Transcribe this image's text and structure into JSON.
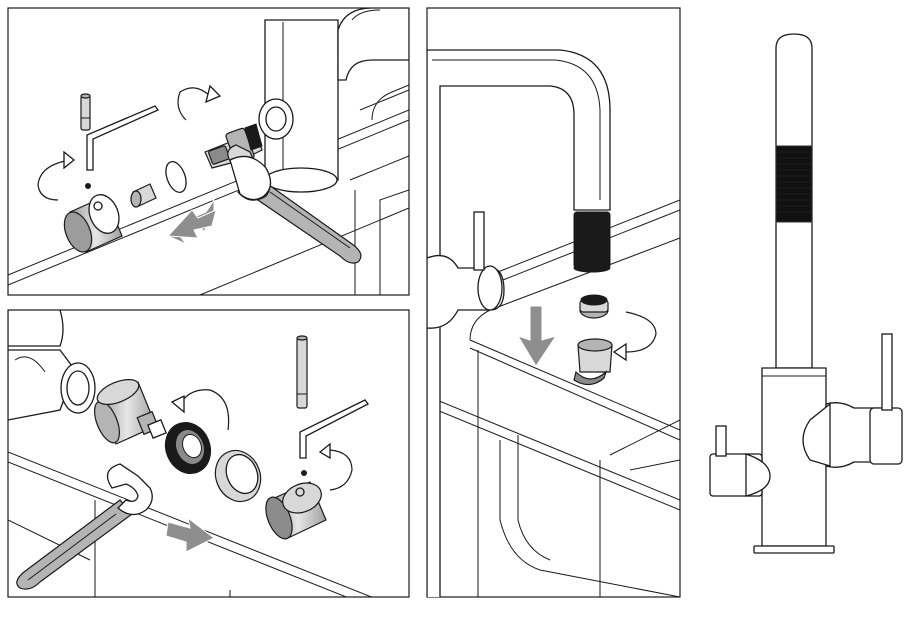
{
  "figure": {
    "panels": [
      "step-remove-handle-and-cartridge",
      "step-reassemble-handle",
      "step-clean-spout-aerator",
      "faucet-side-view"
    ],
    "icons": [
      "wrench-icon",
      "allen-key-icon",
      "rotate-arrow-icon",
      "direction-arrow-icon"
    ],
    "colors": {
      "line": "#1a1a1a",
      "shade_light": "#d8d8d8",
      "shade_mid": "#b4b4b4",
      "arrow": "#8e8e8e",
      "band": "#111111"
    }
  }
}
